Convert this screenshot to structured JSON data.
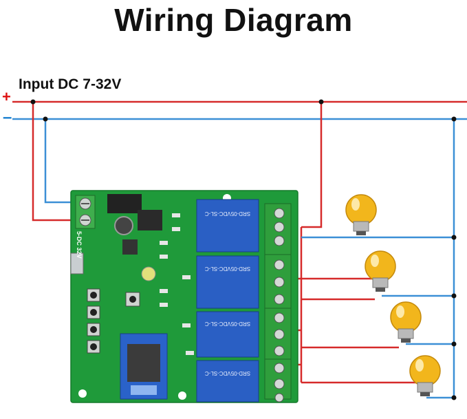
{
  "title": "Wiring Diagram",
  "input_label": "Input  DC 7-32V",
  "plus_sign": "+",
  "minus_sign": "–",
  "board_label": "5-DC 32V",
  "relays": [
    {
      "marking": "SRD-05VDC-SL-C"
    },
    {
      "marking": "SRD-05VDC-SL-C"
    },
    {
      "marking": "SRD-05VDC-SL-C"
    },
    {
      "marking": "SRD-05VDC-SL-C"
    }
  ],
  "colors": {
    "positive_wire": "#d62a2a",
    "negative_wire": "#3b8fd6",
    "pcb": "#1f9a3a",
    "relay": "#2a5fc4",
    "bulb": "#f2b61c",
    "terminal": "#2f9e3c"
  },
  "bulb_count": 4
}
